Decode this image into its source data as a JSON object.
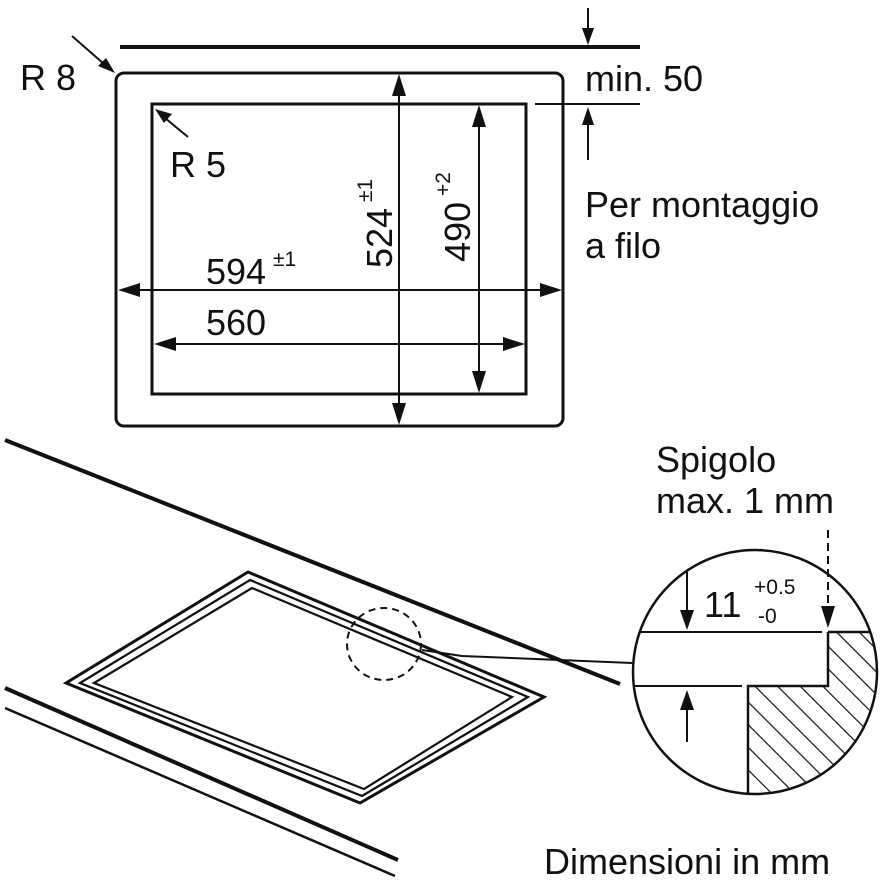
{
  "colors": {
    "ink": "#111111",
    "background": "#ffffff"
  },
  "top_view": {
    "outer_radius_label": "R 8",
    "inner_radius_label": "R 5",
    "min_distance_label": "min. 50",
    "flush_mount_note": [
      "Per montaggio",
      "a filo"
    ],
    "width_outer": {
      "value": "594",
      "tolerance": "±1"
    },
    "width_inner": {
      "value": "560"
    },
    "depth_outer": {
      "value": "524",
      "tolerance": "±1"
    },
    "depth_inner": {
      "value": "490",
      "tolerance": "+2"
    }
  },
  "detail_view": {
    "edge_note": [
      "Spigolo",
      "max. 1 mm"
    ],
    "step_height": {
      "value": "11",
      "tol_plus": "+0.5",
      "tol_minus": "-0"
    }
  },
  "footer": {
    "units_note": "Dimensioni in mm"
  }
}
